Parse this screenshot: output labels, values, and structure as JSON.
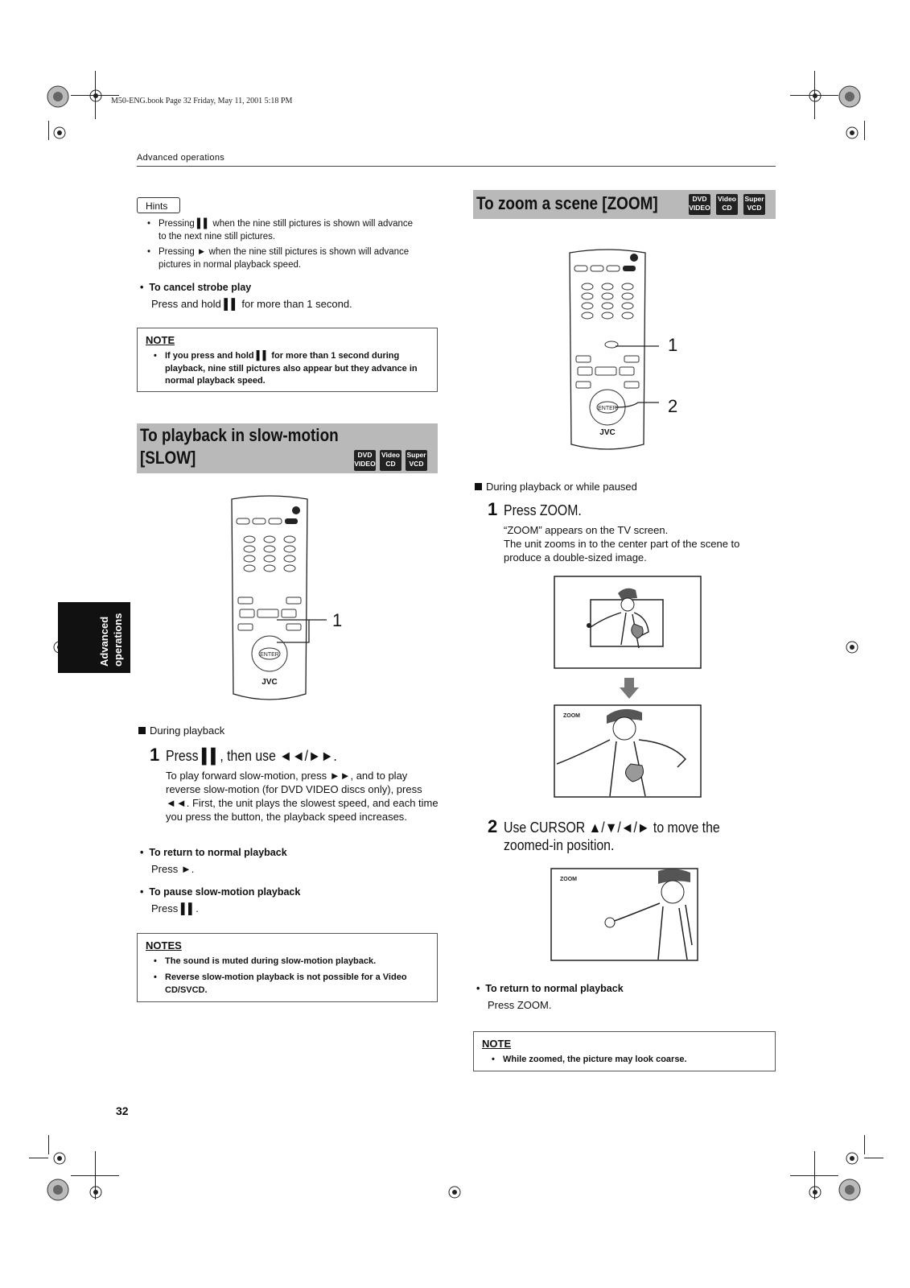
{
  "header": {
    "book_info": "M50-ENG.book  Page 32  Friday, May 11, 2001  5:18 PM",
    "section": "Advanced operations",
    "page_number": "32"
  },
  "side_tab": {
    "line1": "Advanced",
    "line2": "operations"
  },
  "left": {
    "hints_label": "Hints",
    "hints": [
      "Pressing ▌▌ when the nine still pictures is shown will advance to the next nine still pictures.",
      "Pressing ► when the nine still pictures is shown will advance pictures in normal playback speed."
    ],
    "cancel_strobe_title": "To cancel strobe play",
    "cancel_strobe_text": "Press and hold ▌▌ for more than 1 second.",
    "note1_title": "NOTE",
    "note1_item": "If you press and hold ▌▌ for more than 1 second during playback, nine still pictures also appear but they advance in normal playback speed.",
    "slow_title_line1": "To playback in slow-motion",
    "slow_title_line2": "[SLOW]",
    "callout_1": "1",
    "condition": "During playback",
    "step1_num": "1",
    "step1_text": "Press ▌▌, then use ◄◄/►►.",
    "step1_desc": "To play forward slow-motion, press ►►, and to play reverse slow-motion (for DVD VIDEO discs only), press ◄◄. First, the unit plays the slowest speed, and each time you press the button, the playback speed increases.",
    "return_title": "To return to normal playback",
    "return_text": "Press ►.",
    "pause_title": "To pause slow-motion playback",
    "pause_text": "Press ▌▌.",
    "notes_title": "NOTES",
    "notes": [
      "The sound is muted during slow-motion playback.",
      "Reverse slow-motion playback is not possible for a Video CD/SVCD."
    ]
  },
  "right": {
    "zoom_title": "To zoom a scene [ZOOM]",
    "callout_1": "1",
    "callout_2": "2",
    "condition": "During playback or while paused",
    "step1_num": "1",
    "step1_text": "Press ZOOM.",
    "step1_desc_line1": "“ZOOM” appears on the TV screen.",
    "step1_desc_line2": "The unit zooms in to the center part of the scene to produce a double-sized image.",
    "zoom_label_1": "ZOOM",
    "zoom_label_2": "ZOOM",
    "step2_num": "2",
    "step2_text_line1": "Use CURSOR ▲/▼/◄/► to move the",
    "step2_text_line2": "zoomed-in position.",
    "return_title": "To return to normal playback",
    "return_text": "Press ZOOM.",
    "note_title": "NOTE",
    "note_item": "While zoomed, the picture may look coarse."
  },
  "disc_badges": [
    {
      "top": "DVD",
      "bottom": "VIDEO"
    },
    {
      "top": "Video",
      "bottom": "CD"
    },
    {
      "top": "Super",
      "bottom": "VCD"
    }
  ],
  "remote": {
    "brand": "JVC",
    "center_button": "ENTER"
  }
}
